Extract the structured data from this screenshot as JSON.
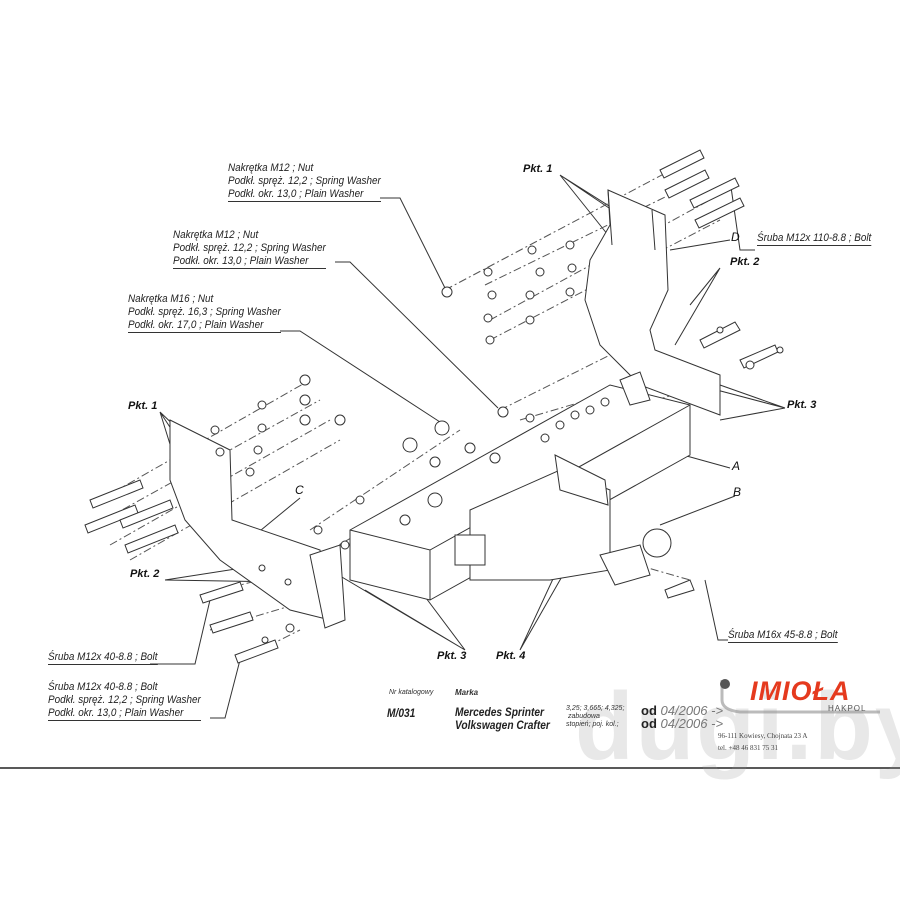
{
  "callouts": {
    "nut_m12_a": [
      "Nakrętka  M12 ; Nut",
      "Podkł. spręż. 12,2 ; Spring Washer",
      "Podkł. okr. 13,0 ;  Plain Washer"
    ],
    "nut_m12_b": [
      "Nakrętka  M12 ; Nut",
      "Podkł. spręż. 12,2 ; Spring Washer",
      "Podkł. okr. 13,0 ;  Plain Washer"
    ],
    "nut_m16": [
      "Nakrętka  M16 ; Nut",
      "Podkł. spręż. 16,3 ; Spring Washer",
      "Podkł. okr. 17,0 ;  Plain Washer"
    ],
    "bolt_m12x110": "Śruba M12x 110-8.8 ;  Bolt",
    "bolt_m16x45": "Śruba M16x 45-8.8 ;  Bolt",
    "bolt_m12x40": "Śruba M12x 40-8.8 ;  Bolt",
    "bolt_m12x40_set": [
      "Śruba M12x 40-8.8 ;  Bolt",
      "Podkł. spręż. 12,2 ; Spring Washer",
      "Podkł. okr. 13,0 ;  Plain Washer"
    ]
  },
  "points": {
    "pkt1_top": "Pkt. 1",
    "pkt2_top": "Pkt. 2",
    "pkt3_right": "Pkt. 3",
    "pkt1_left": "Pkt. 1",
    "pkt2_left": "Pkt. 2",
    "pkt3_bottom": "Pkt. 3",
    "pkt4": "Pkt. 4"
  },
  "parts": {
    "A": "A",
    "B": "B",
    "C": "C",
    "D": "D"
  },
  "title_block": {
    "catalog_label": "Nr katalogowy",
    "make_label": "Marka",
    "catalog_no": "M/031",
    "vehicles": [
      "Mercedes Sprinter",
      "Volkswagen Crafter"
    ],
    "spec_note": [
      "3,25; 3,665; 4,325;",
      "zabudowa",
      "stopień; poj. kol.;"
    ],
    "from_prefix": "od",
    "dates": [
      "04/2006 ->",
      "04/2006 ->"
    ],
    "brand": "IMIOŁA",
    "brand_sub": "HAKPOL",
    "address": "96-111 Kowiesy, Chojnata 23 A",
    "phone": "tel. +48 46 831 75 31"
  },
  "watermark": "dugi.by",
  "colors": {
    "line": "#333333",
    "brand": "#e53a1e"
  }
}
